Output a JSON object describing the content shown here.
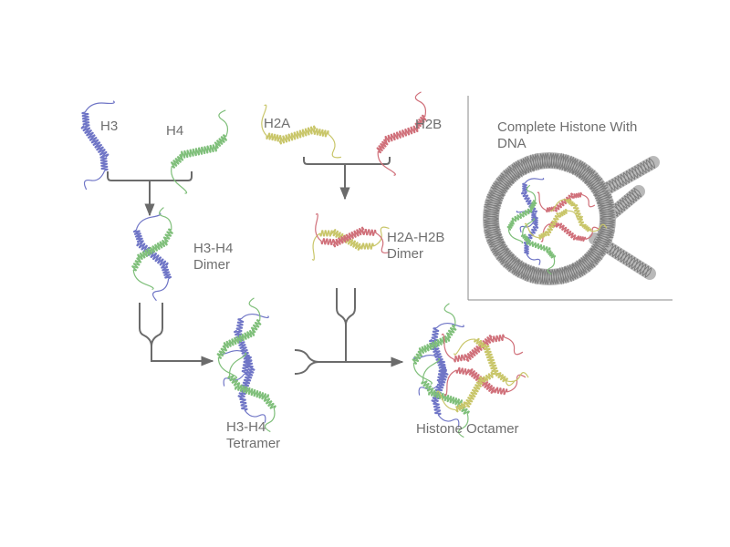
{
  "labels": {
    "h3": "H3",
    "h4": "H4",
    "h2a": "H2A",
    "h2b": "H2B",
    "h3h4_dimer": [
      "H3-H4",
      "Dimer"
    ],
    "h2ah2b_dimer": [
      "H2A-H2B",
      "Dimer"
    ],
    "h3h4_tetramer": [
      "H3-H4",
      "Tetramer"
    ],
    "histone_octamer": "Histone Octamer",
    "complete_histone": [
      "Complete Histone With",
      "DNA"
    ]
  },
  "colors": {
    "h3": "#6f75c6",
    "h4": "#7fbf7a",
    "h2a": "#c9c66a",
    "h2b": "#d0707a",
    "dna": "#9a9a9a",
    "arrow": "#6b6b6b",
    "text": "#6f6f6f"
  }
}
